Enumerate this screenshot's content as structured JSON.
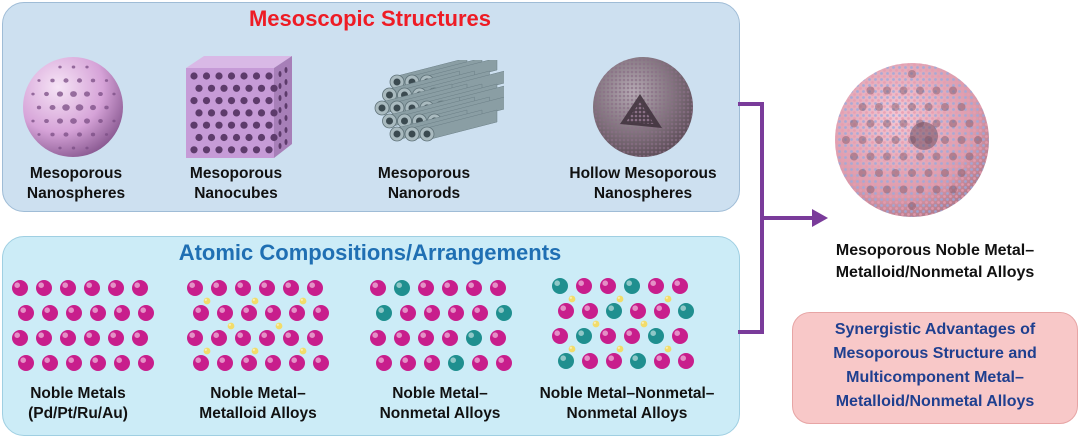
{
  "colors": {
    "top_panel": "#cde0f0",
    "bottom_panel": "#ccecf7",
    "top_heading": "#ee1c25",
    "bottom_heading": "#1f6fb3",
    "noble_atom": "#c81e8c",
    "metalloid_atom": "#f2dc6a",
    "nonmetal_atom": "#1f8f8f",
    "arrow": "#7a3b9a",
    "advantages_box": "#f8c8c8",
    "advantages_text": "#1f3f8f"
  },
  "mesoscopic": {
    "heading": "Mesoscopic Structures",
    "items": [
      {
        "icon": "mesoporous-sphere",
        "caption_lines": [
          "Mesoporous",
          "Nanospheres"
        ]
      },
      {
        "icon": "mesoporous-cube",
        "caption_lines": [
          "Mesoporous",
          "Nanocubes"
        ]
      },
      {
        "icon": "mesoporous-rod",
        "caption_lines": [
          "Mesoporous",
          "Nanorods"
        ]
      },
      {
        "icon": "hollow-mesoporous-sphere",
        "caption_lines": [
          "Hollow Mesoporous",
          "Nanospheres"
        ]
      }
    ]
  },
  "atomic": {
    "heading": "Atomic Compositions/Arrangements",
    "items": [
      {
        "icon": "noble-lattice",
        "caption_lines": [
          "Noble Metals",
          "(Pd/Pt/Ru/Au)"
        ]
      },
      {
        "icon": "metalloid-lattice",
        "caption_lines": [
          "Noble Metal–",
          "Metalloid Alloys"
        ]
      },
      {
        "icon": "nonmetal-lattice",
        "caption_lines": [
          "Noble Metal–",
          "Nonmetal Alloys"
        ]
      },
      {
        "icon": "ternary-lattice",
        "caption_lines": [
          "Noble Metal–Nonmetal–",
          "Nonmetal Alloys"
        ]
      }
    ]
  },
  "result": {
    "icon": "alloy-mesoporous-sphere",
    "caption_lines": [
      "Mesoporous Noble Metal–",
      "Metalloid/Nonmetal Alloys"
    ]
  },
  "advantages": {
    "lines": [
      "Synergistic Advantages of",
      "Mesoporous Structure and",
      "Multicomponent Metal–",
      "Metalloid/Nonmetal Alloys"
    ]
  }
}
